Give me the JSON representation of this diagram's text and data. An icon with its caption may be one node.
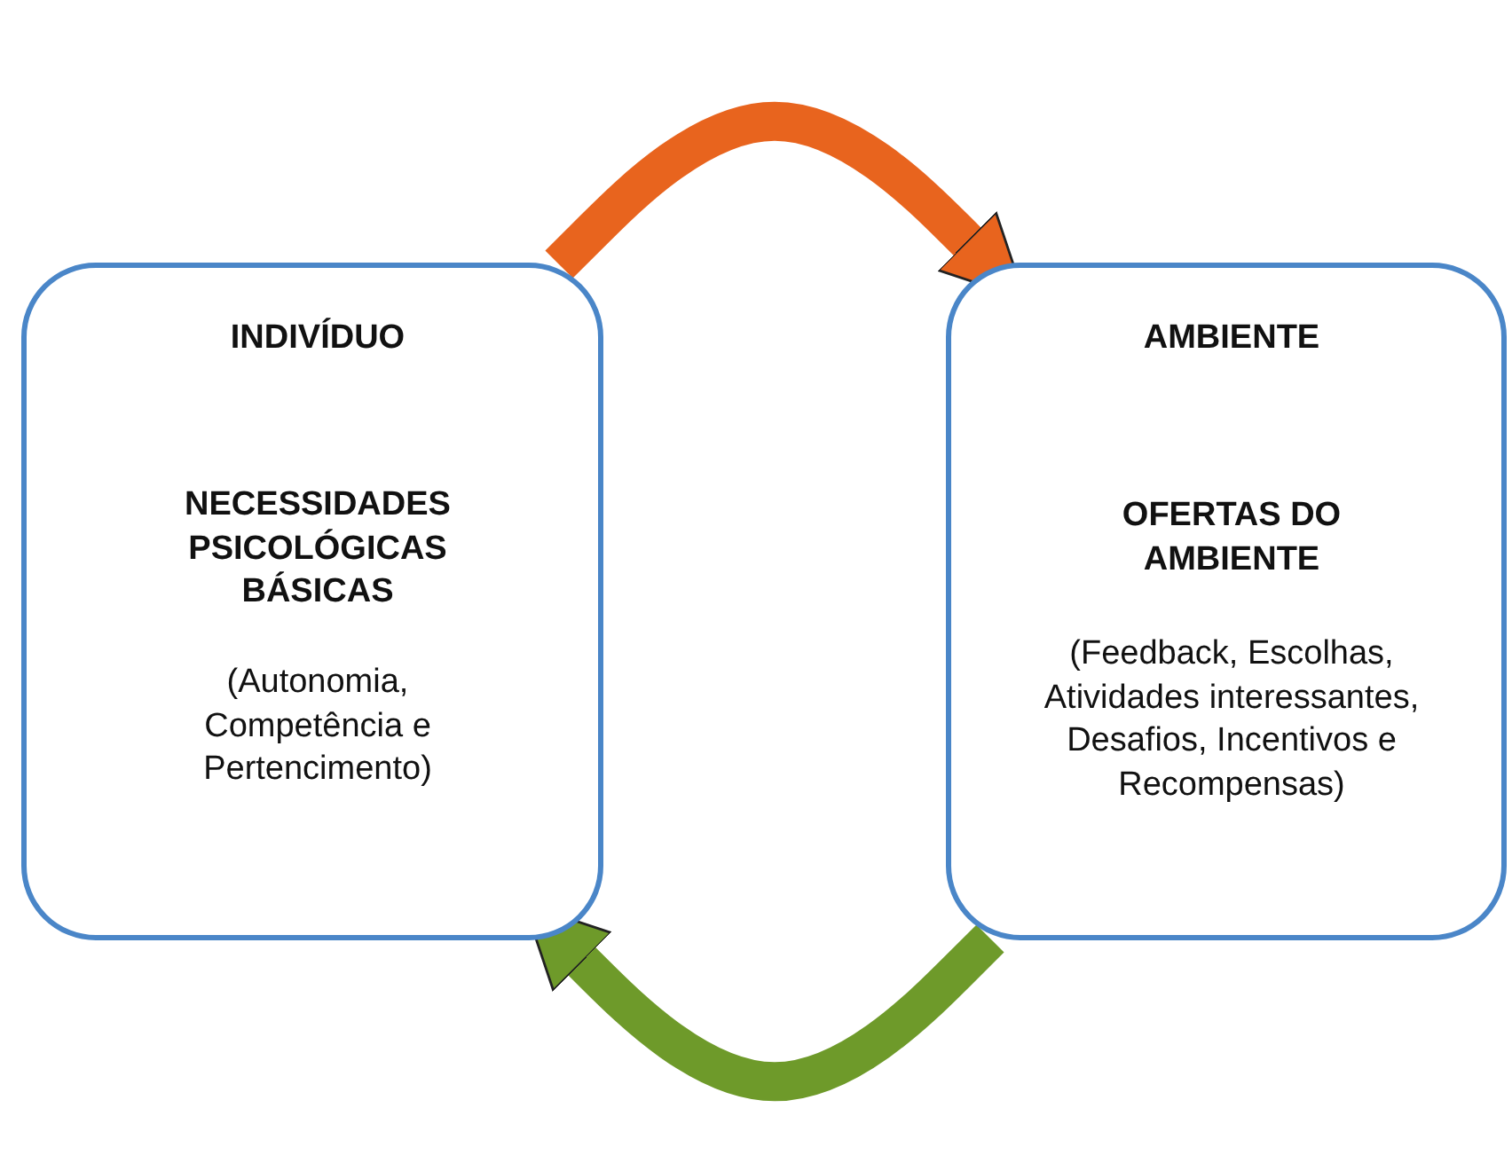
{
  "diagram": {
    "nodes": [
      {
        "text": [
          "INDIVÍDUO",
          "NECESSIDADES PSICOLÓGICAS BÁSICAS",
          "(Autonomia, Competência e Pertencimento)"
        ]
      },
      {
        "text": [
          "AMBIENTE",
          "OFERTAS DO AMBIENTE",
          "(Feedback, Escolhas, Atividades interessantes, Desafios, Incentivos e Recompensas)"
        ]
      }
    ],
    "edges": [
      {
        "from": 0,
        "to": 1,
        "arrow": "to",
        "color": "#e8641e"
      },
      {
        "from": 1,
        "to": 0,
        "arrow": "to",
        "color": "#6e9a2a"
      }
    ]
  }
}
